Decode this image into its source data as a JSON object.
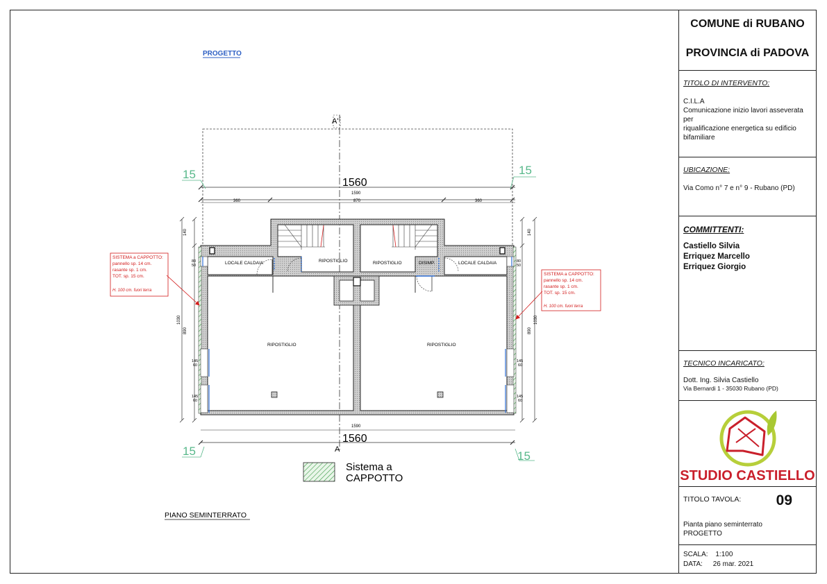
{
  "drawing": {
    "progetto_label": "PROGETTO",
    "floor_title": "PIANO SEMINTERRATO",
    "section_marker": "A'",
    "section_marker_bottom": "A",
    "rooms": {
      "locale_caldaia_left": "LOCALE CALDAIA",
      "locale_caldaia_right": "LOCALE CALDAIA",
      "ripostiglio_stair_left": "RIPOSTIGLIO",
      "ripostiglio_stair_right": "RIPOSTIGLIO",
      "disimp": "DISIMP.",
      "ripostiglio_main_left": "RIPOSTIGLIO",
      "ripostiglio_main_right": "RIPOSTIGLIO"
    },
    "dimensions": {
      "overall_top": "1560",
      "overall_top_inner": "1590",
      "seg_left": "360",
      "seg_mid": "870",
      "seg_right": "360",
      "overall_bottom": "1560",
      "overall_bottom_inner": "1590",
      "v_left_top": "140",
      "v_left_total": "1030",
      "v_left_inner": "890",
      "v_right_top": "140",
      "v_right_total": "1030",
      "v_right_inner": "890",
      "win_a_1": "80",
      "win_a_2": "50",
      "win_b_1": "145",
      "win_b_2": "60",
      "win_c_1": "145",
      "win_c_2": "60",
      "corner_marks": [
        "15",
        "15",
        "15",
        "15"
      ]
    },
    "notes": {
      "left": [
        "SISTEMA a CAPPOTTO:",
        "pannello sp. 14 cm.",
        "rasante   sp.   1 cm.",
        "TOT.        sp. 15 cm.",
        "H. 100 cm. fuori terra"
      ],
      "right": [
        "SISTEMA a CAPPOTTO:",
        "pannello sp. 14 cm.",
        "rasante   sp.   1 cm.",
        "TOT.        sp. 15 cm.",
        "H. 100 cm. fuori terra"
      ]
    },
    "legend": {
      "line1": "Sistema a",
      "line2": "CAPPOTTO"
    },
    "colors": {
      "note_red": "#d21a1a",
      "dim_green": "#57b88a",
      "window_blue": "#2f6fd6",
      "link_blue": "#2d5fc4",
      "hatch_green": "#4caf50"
    }
  },
  "titleblock": {
    "comune": "COMUNE di RUBANO",
    "provincia": "PROVINCIA di PADOVA",
    "titolo_label": "TITOLO DI INTERVENTO:",
    "titolo_lines": [
      "C.I.L.A",
      "Comunicazione inizio lavori asseverata per",
      "riqualificazione energetica su edificio",
      "bifamiliare"
    ],
    "ubicazione_label": "UBICAZIONE:",
    "ubicazione": "Via Como n° 7 e n° 9 - Rubano (PD)",
    "committenti_label": "COMMITTENTI:",
    "committenti": [
      "Castiello Silvia",
      "Erriquez Marcello",
      "Erriquez Giorgio"
    ],
    "tecnico_label": "TECNICO INCARICATO:",
    "tecnico_name": "Dott. Ing. Silvia Castiello",
    "tecnico_address": "Via Bernardi 1 - 35030 Rubano (PD)",
    "studio": "STUDIO CASTIELLO",
    "tavola_label": "TITOLO TAVOLA:",
    "tavola_number": "09",
    "tavola_lines": [
      "Pianta piano seminterrato",
      "PROGETTO"
    ],
    "scala_label": "SCALA:",
    "scala": "1:100",
    "data_label": "DATA:",
    "data": "26 mar. 2021"
  }
}
